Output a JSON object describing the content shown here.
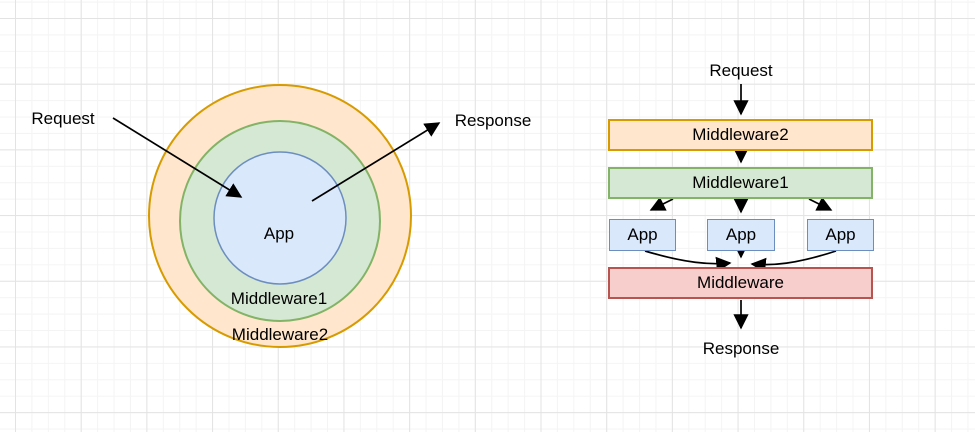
{
  "colors": {
    "orange_fill": "#FFE6CC",
    "orange_stroke": "#D79B00",
    "green_fill": "#D5E8D4",
    "green_stroke": "#82B366",
    "blue_fill": "#DAE8FC",
    "blue_stroke": "#6C8EBF",
    "red_fill": "#F8CECC",
    "red_stroke": "#B85450",
    "arrow": "#000000",
    "text": "#000000"
  },
  "left_diagram": {
    "request_label": "Request",
    "response_label": "Response",
    "outer_ring_label": "Middleware2",
    "middle_ring_label": "Middleware1",
    "core_label": "App"
  },
  "right_diagram": {
    "request_label": "Request",
    "middleware2_label": "Middleware2",
    "middleware1_label": "Middleware1",
    "app_labels": [
      "App",
      "App",
      "App"
    ],
    "middleware_label": "Middleware",
    "response_label": "Response"
  }
}
